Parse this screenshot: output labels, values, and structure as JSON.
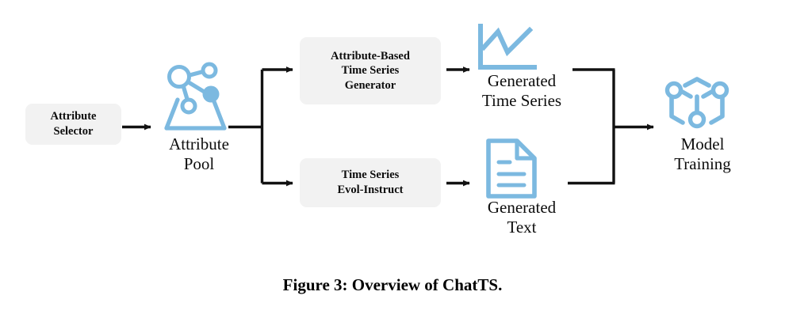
{
  "figure": {
    "caption": "Figure 3: Overview of ChatTS.",
    "colors": {
      "accent_blue": "#7CB9E0",
      "box_fill": "#F2F2F2",
      "line_black": "#121212",
      "text_black": "#0d0d0d",
      "background": "#FFFFFF"
    }
  },
  "nodes": {
    "attribute_selector": {
      "label": "Attribute\nSelector",
      "type": "process-box"
    },
    "attribute_pool": {
      "label": "Attribute\nPool",
      "icon": "attribute-pool-icon"
    },
    "generator": {
      "label": "Attribute-Based\nTime Series\nGenerator",
      "type": "process-box"
    },
    "evol_instruct": {
      "label": "Time Series\nEvol-Instruct",
      "type": "process-box"
    },
    "generated_time_series": {
      "label": "Generated\nTime Series",
      "icon": "line-chart-icon"
    },
    "generated_text": {
      "label": "Generated\nText",
      "icon": "document-icon"
    },
    "model_training": {
      "label": "Model\nTraining",
      "icon": "network-hexagon-icon"
    }
  },
  "edges": [
    {
      "from": "attribute_selector",
      "to": "attribute_pool",
      "style": "arrow"
    },
    {
      "from": "attribute_pool",
      "to": "generator",
      "style": "branch-arrow"
    },
    {
      "from": "attribute_pool",
      "to": "evol_instruct",
      "style": "branch-arrow"
    },
    {
      "from": "generator",
      "to": "generated_time_series",
      "style": "arrow"
    },
    {
      "from": "evol_instruct",
      "to": "generated_text",
      "style": "arrow"
    },
    {
      "from": "generated_time_series",
      "to": "model_training",
      "style": "merge-arrow"
    },
    {
      "from": "generated_text",
      "to": "model_training",
      "style": "merge-arrow"
    }
  ]
}
